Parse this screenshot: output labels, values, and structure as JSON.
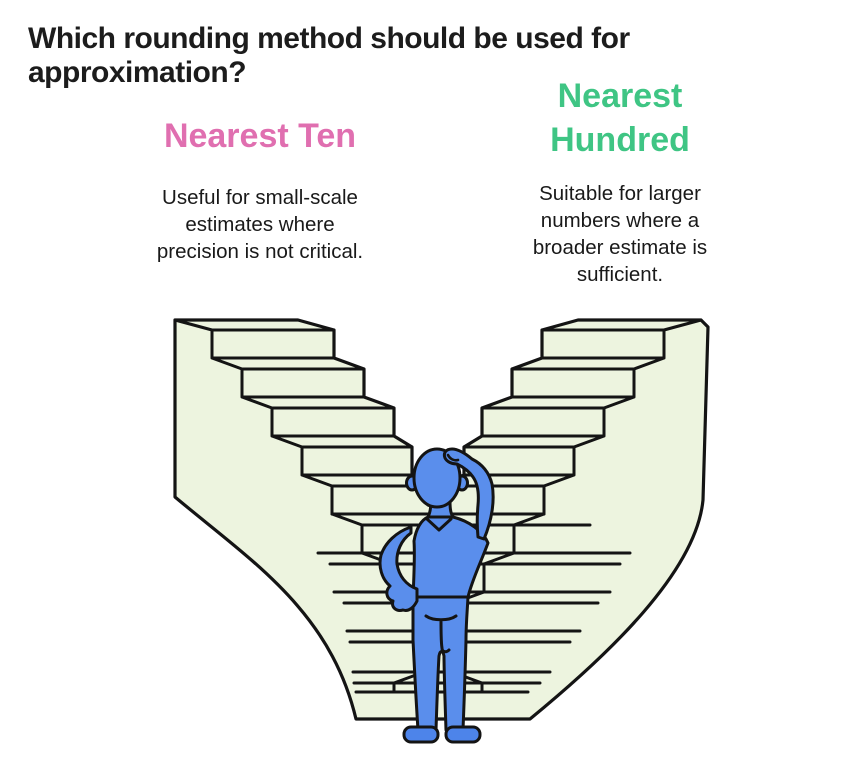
{
  "title": "Which rounding method should be used for approximation?",
  "colors": {
    "title_text": "#1c1c1c",
    "pink_accent": "#e06fb0",
    "green_accent": "#3fc584",
    "body_text": "#191919",
    "stair_fill": "#edf4df",
    "person_blue": "#5a8eec",
    "shoe_blue": "#4d84ea",
    "outline": "#141414"
  },
  "sections": [
    {
      "id": "nearest-ten",
      "heading": "Nearest Ten",
      "heading_color": "#e06fb0",
      "description_lines": [
        "Useful for small-scale",
        "estimates where",
        "precision is not critical."
      ]
    },
    {
      "id": "nearest-hundred",
      "heading_lines": [
        "Nearest",
        "Hundred"
      ],
      "heading_color": "#3fc584",
      "description_lines": [
        "Suitable for larger",
        "numbers where a",
        "broader estimate is",
        "sufficient."
      ]
    }
  ],
  "illustration": {
    "alt": "Confused person scratching head at the bottom of two diverging staircases"
  }
}
